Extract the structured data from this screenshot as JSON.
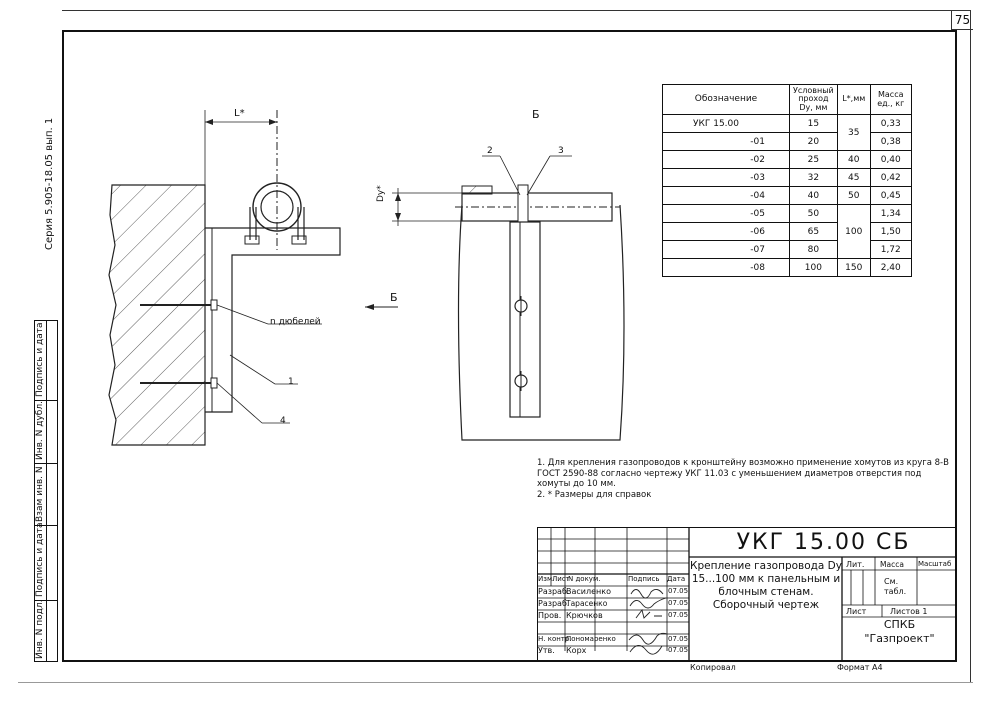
{
  "page_number": "75",
  "series": "Серия 5.905-18.05 вып. 1",
  "side_stamp": [
    "Инв. N подл.",
    "Подпись и дата",
    "Взам инв. N",
    "Инв. N дубл.",
    "Подпись и дата"
  ],
  "drawing": {
    "dim_L": "L*",
    "dim_Dy": "Dy*",
    "view_B": "Б",
    "view_arrow": "Б",
    "callout_dowels": "n дюбелей",
    "callout_1": "1",
    "callout_4": "4",
    "callout_2": "2",
    "callout_3": "3"
  },
  "spec_table": {
    "headers": [
      "Обозначение",
      "Условный проход Dy, мм",
      "L*,мм",
      "Масса ед., кг"
    ],
    "rows": [
      {
        "code": "УКГ 15.00",
        "dy": "15",
        "l": "35",
        "mass": "0,33"
      },
      {
        "code": "-01",
        "dy": "20",
        "l": "",
        "mass": "0,38"
      },
      {
        "code": "-02",
        "dy": "25",
        "l": "40",
        "mass": "0,40"
      },
      {
        "code": "-03",
        "dy": "32",
        "l": "45",
        "mass": "0,42"
      },
      {
        "code": "-04",
        "dy": "40",
        "l": "50",
        "mass": "0,45"
      },
      {
        "code": "-05",
        "dy": "50",
        "l": "",
        "mass": "1,34"
      },
      {
        "code": "-06",
        "dy": "65",
        "l": "100",
        "mass": "1,50"
      },
      {
        "code": "-07",
        "dy": "80",
        "l": "",
        "mass": "1,72"
      },
      {
        "code": "-08",
        "dy": "100",
        "l": "150",
        "mass": "2,40"
      }
    ]
  },
  "notes": {
    "n1": "1. Для крепления газопроводов к кронштейну возможно применение хомутов из круга 8-В ГОСТ 2590-88 согласно чертежу УКГ 11.03 с уменьшением диаметров отверстия под хомуты до 10 мм.",
    "n2": "2. * Размеры для справок"
  },
  "title_block": {
    "designation": "УКГ 15.00 СБ",
    "title": "Крепление газопровода Dy 15...100 мм к панельным и блочным стенам. Сборочный чертеж",
    "lit": "Лит.",
    "massa": "Масса",
    "masshtab": "Масштаб",
    "sm_tabl": "См. табл.",
    "list": "Лист",
    "listov": "Листов 1",
    "org1": "СПКБ",
    "org2": "\"Газпроект\"",
    "col_headers": [
      "Изм.",
      "Лист",
      "N докум.",
      "Подпись",
      "Дата"
    ],
    "people": [
      {
        "role": "Разраб.",
        "name": "Василенко",
        "date": "07.05"
      },
      {
        "role": "Разраб.",
        "name": "Тарасенко",
        "date": "07.05"
      },
      {
        "role": "Пров.",
        "name": "Крючков",
        "date": "07.05"
      },
      {
        "role": "Н. контр.",
        "name": "Пономаренко",
        "date": "07.05"
      },
      {
        "role": "Утв.",
        "name": "Корх",
        "date": "07.05"
      }
    ],
    "copied": "Копировал",
    "format": "Формат А4"
  }
}
